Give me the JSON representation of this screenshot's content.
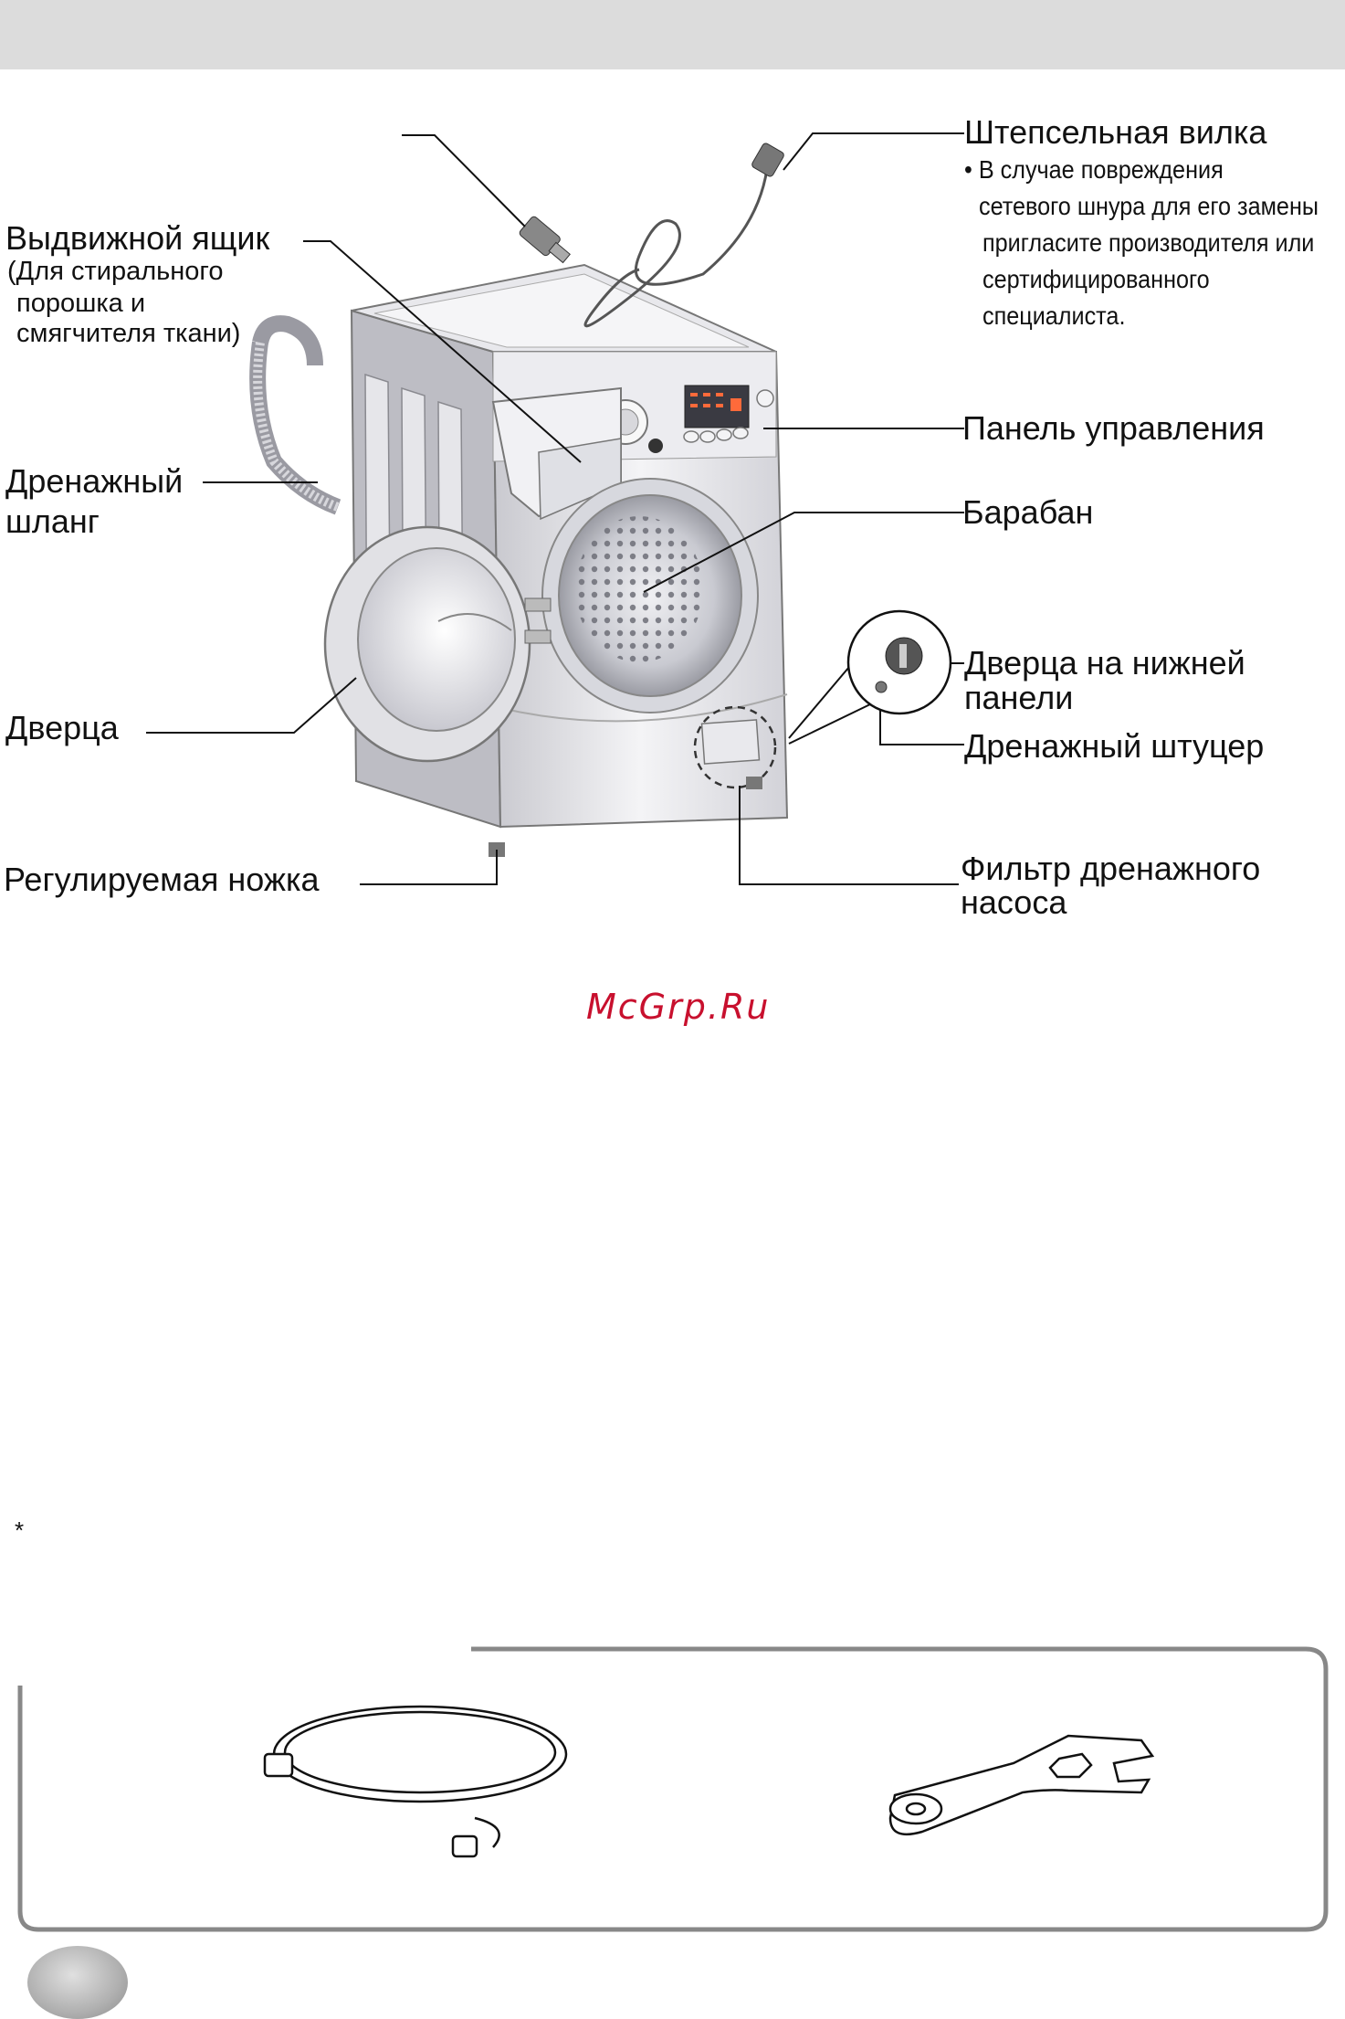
{
  "labels": {
    "plug": "Штепсельная вилка",
    "plug_note": [
      "• В случае повреждения",
      "сетевого шнура для его замены",
      "пригласите производителя или",
      "сертифицированного",
      "специалиста."
    ],
    "drawer": "Выдвижной ящик",
    "drawer_sub": [
      "(Для стирального",
      "порошка и",
      "смягчителя ткани)"
    ],
    "control_panel": "Панель управления",
    "drain_hose": [
      "Дренажный",
      "шланг"
    ],
    "drum": "Барабан",
    "lower_cover": [
      "Дверца на нижней",
      "панели"
    ],
    "drain_nipple": "Дренажный штуцер",
    "door": "Дверца",
    "adjustable_foot": "Регулируемая ножка",
    "pump_filter": [
      "Фильтр дренажного",
      "насоса"
    ]
  },
  "watermark": "McGrp.Ru",
  "footnote_mark": "*",
  "colors": {
    "header": "#dcdcdc",
    "watermark": "#c8102e",
    "frame": "#888888"
  }
}
